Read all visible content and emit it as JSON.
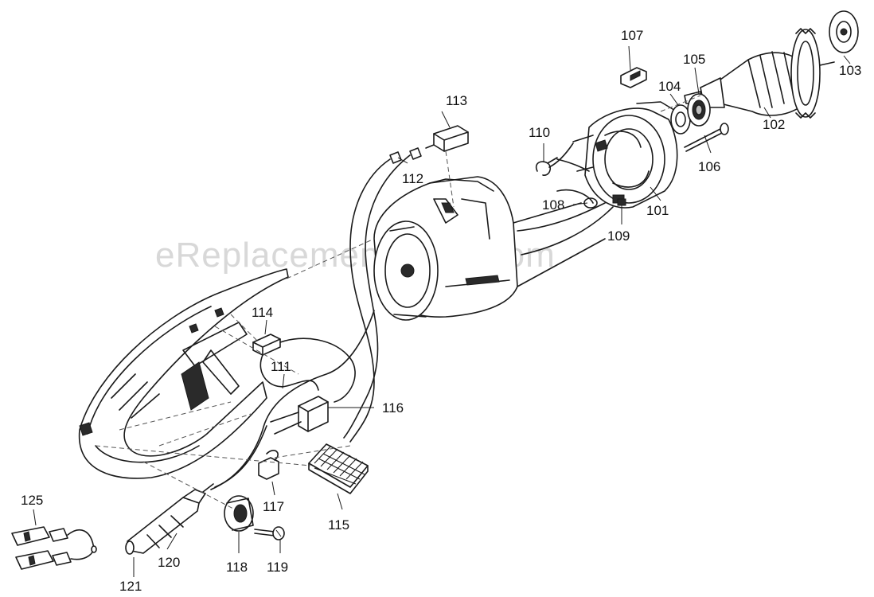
{
  "watermark": "eReplacementParts.com",
  "labels": {
    "p101": "101",
    "p102": "102",
    "p103": "103",
    "p104": "104",
    "p105": "105",
    "p106": "106",
    "p107": "107",
    "p108": "108",
    "p109": "109",
    "p110": "110",
    "p111": "111",
    "p112": "112",
    "p113": "113",
    "p114": "114",
    "p115": "115",
    "p116": "116",
    "p117": "117",
    "p118": "118",
    "p119": "119",
    "p120": "120",
    "p121": "121",
    "p125": "125"
  }
}
